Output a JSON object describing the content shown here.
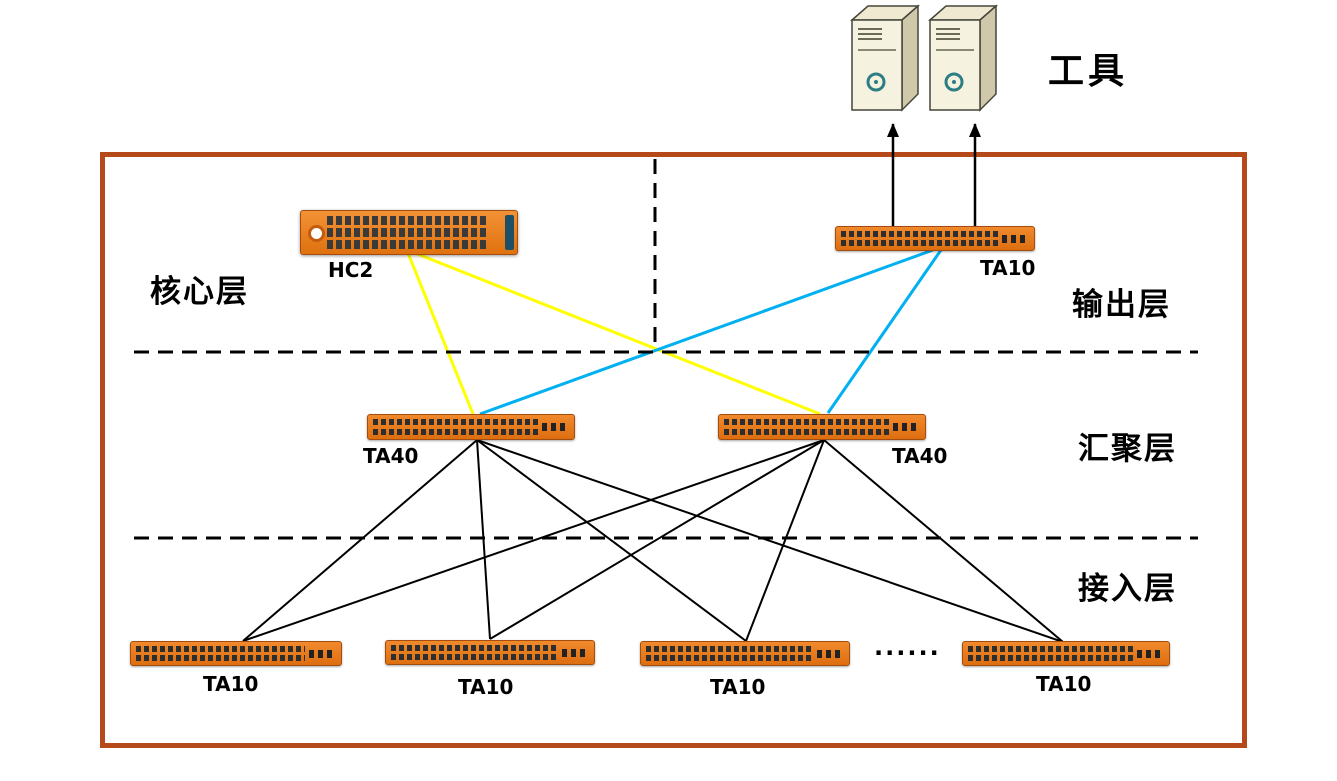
{
  "labels": {
    "tools": "工具",
    "core_layer": "核心层",
    "output_layer": "输出层",
    "aggregation_layer": "汇聚层",
    "access_layer": "接入层",
    "ellipsis": "......"
  },
  "devices": {
    "core_chassis": {
      "label": "HC2"
    },
    "output_switch": {
      "label": "TA10"
    },
    "agg_switch_left": {
      "label": "TA40"
    },
    "agg_switch_right": {
      "label": "TA40"
    },
    "access_switch_1": {
      "label": "TA10"
    },
    "access_switch_2": {
      "label": "TA10"
    },
    "access_switch_3": {
      "label": "TA10"
    },
    "access_switch_4": {
      "label": "TA10"
    }
  },
  "colors": {
    "frame_border": "#b5491a",
    "switch_body": "#f18a2d",
    "link_yellow": "#ffff00",
    "link_cyan": "#00b0f0",
    "link_black": "#000000"
  }
}
